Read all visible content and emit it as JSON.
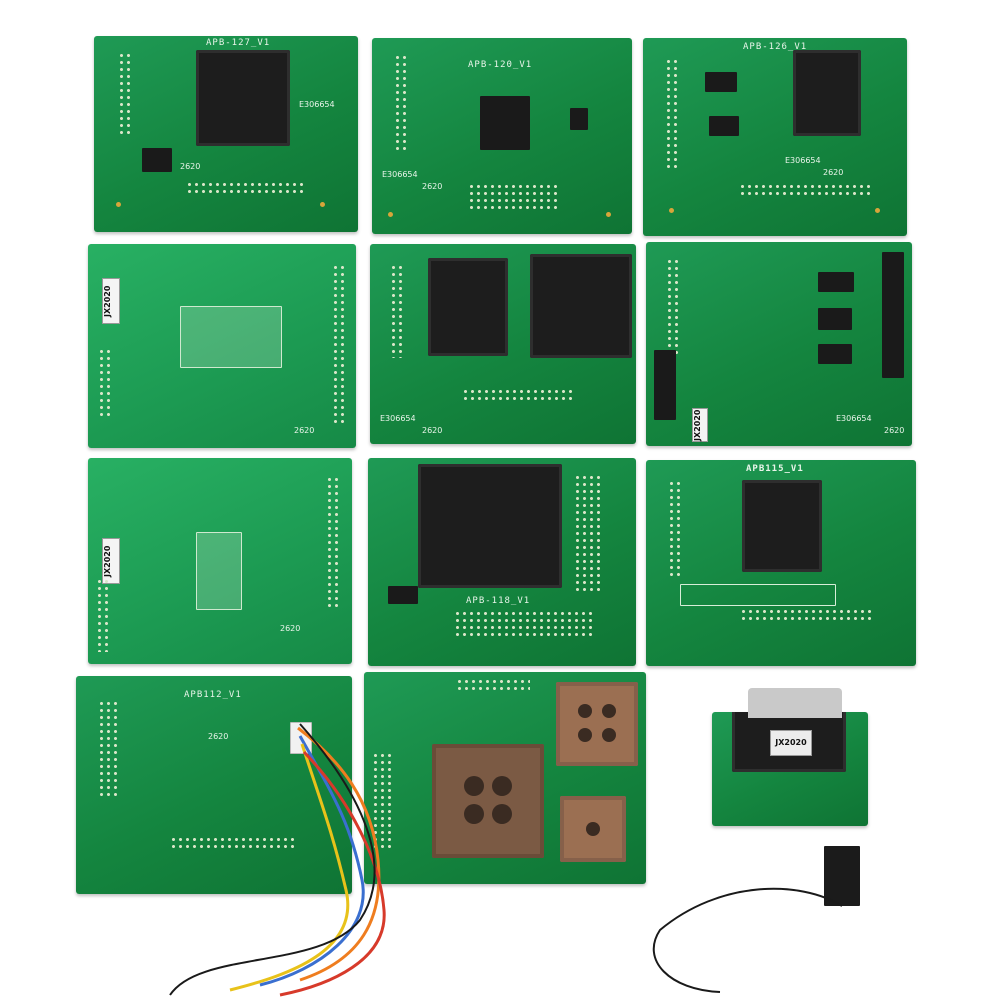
{
  "image": {
    "background_color": "#ffffff",
    "board_color": "#17904a",
    "socket_color": "#1d1d1d"
  },
  "boards": [
    {
      "silk": "APB-127_V1",
      "cert": "E306654",
      "date": "2620"
    },
    {
      "silk": "APB-120_V1",
      "cert": "E306654",
      "date": "2620"
    },
    {
      "silk": "APB-126_V1",
      "cert": "E306654",
      "date": "2620"
    },
    {
      "silk": "",
      "label": "JX2020",
      "date": "2620"
    },
    {
      "silk": "",
      "cert": "E306654",
      "date": "2620"
    },
    {
      "silk": "",
      "label": "JX2020",
      "cert": "E306654",
      "date": "2620"
    },
    {
      "silk": "",
      "label": "JX2020",
      "date": "2620"
    },
    {
      "silk": "APB-118_V1"
    },
    {
      "silk": "APB115_V1"
    },
    {
      "silk": "APB112_V1",
      "date": "2620"
    },
    {
      "silk": ""
    },
    {
      "silk": "",
      "label": "JX2020"
    }
  ]
}
